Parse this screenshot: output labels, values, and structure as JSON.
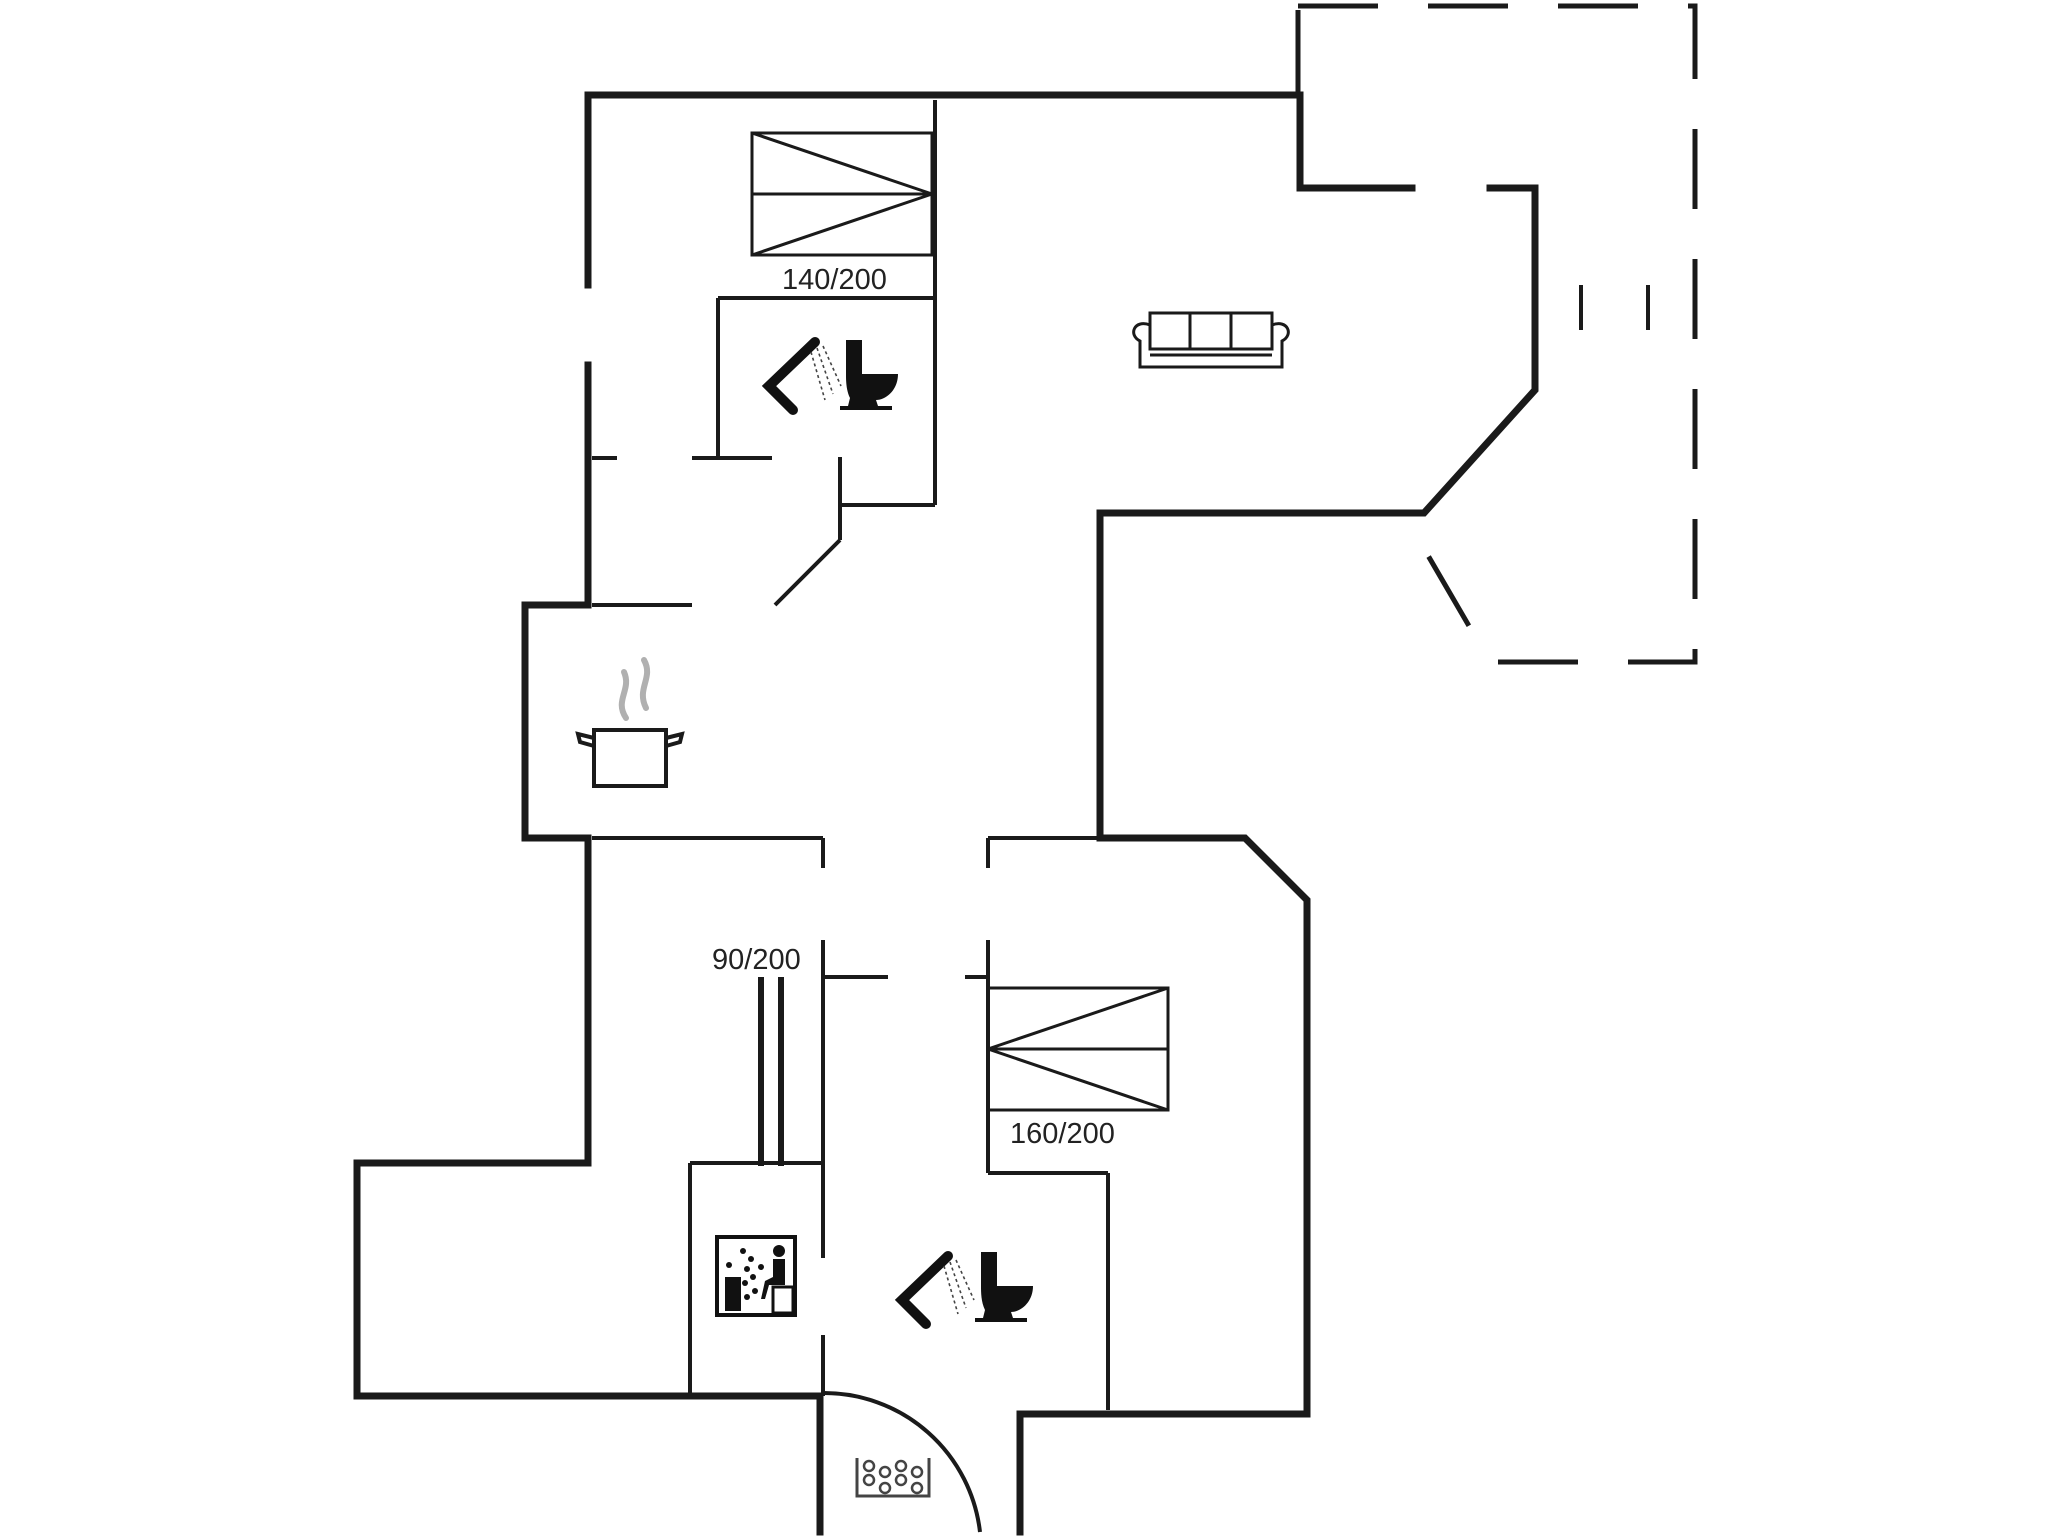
{
  "floorplan": {
    "title": "House floor plan",
    "beds": [
      {
        "label": "140/200",
        "room": "bedroom-north"
      },
      {
        "label": "90/200",
        "room": "bedroom-south-west"
      },
      {
        "label": "160/200",
        "room": "bedroom-south-east"
      }
    ],
    "rooms": [
      {
        "name": "living-room",
        "icon": "sofa-icon"
      },
      {
        "name": "kitchen",
        "icon": "cooking-pot-icon"
      },
      {
        "name": "bathroom-north",
        "icons": [
          "shower-icon",
          "toilet-icon"
        ]
      },
      {
        "name": "bathroom-south",
        "icons": [
          "shower-icon",
          "toilet-icon"
        ]
      },
      {
        "name": "sauna",
        "icon": "sauna-icon"
      },
      {
        "name": "spa",
        "icon": "whirlpool-icon"
      },
      {
        "name": "annex",
        "icon": null
      },
      {
        "name": "terrace",
        "icon": null
      }
    ],
    "colors": {
      "wall": "#1a1a1a",
      "steam": "#b0b0b0",
      "background": "#ffffff"
    }
  }
}
